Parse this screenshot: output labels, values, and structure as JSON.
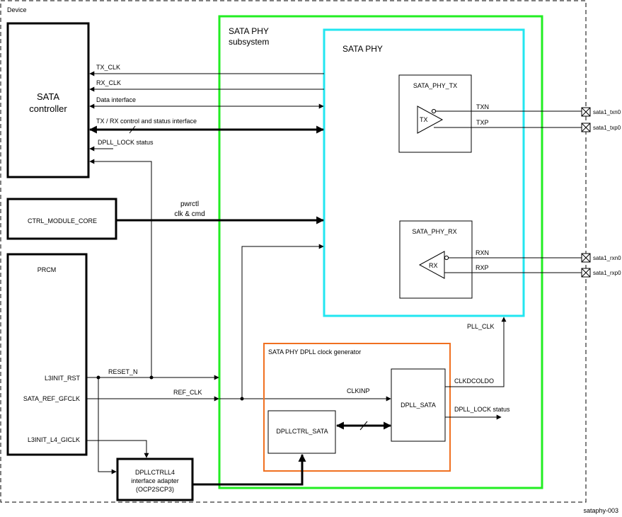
{
  "device": {
    "label": "Device"
  },
  "sata_controller": {
    "line1": "SATA",
    "line2": "controller"
  },
  "ctrl_module": {
    "label": "CTRL_MODULE_CORE"
  },
  "prcm": {
    "label": "PRCM",
    "port_l3init_rst": "L3INIT_RST",
    "port_sata_ref": "SATA_REF_GFCLK",
    "port_l3init_l4": "L3INIT_L4_GICLK"
  },
  "subsystem": {
    "line1": "SATA PHY",
    "line2": "subsystem"
  },
  "phy": {
    "label": "SATA PHY"
  },
  "phy_tx": {
    "label": "SATA_PHY_TX",
    "amp": "TX",
    "txn": "TXN",
    "txp": "TXP"
  },
  "phy_rx": {
    "label": "SATA_PHY_RX",
    "amp": "RX",
    "rxn": "RXN",
    "rxp": "RXP"
  },
  "dpll_gen": {
    "label": "SATA PHY DPLL clock generator"
  },
  "dpll_sata": {
    "label": "DPLL_SATA"
  },
  "dpllctrl": {
    "label": "DPLLCTRL_SATA"
  },
  "adapter": {
    "line1": "DPLLCTRLL4",
    "line2": "interface adapter",
    "line3": "(OCP2SCP3)"
  },
  "signals": {
    "tx_clk": "TX_CLK",
    "rx_clk": "RX_CLK",
    "data_interface": "Data interface",
    "ctrl_status": "TX / RX  control and status interface",
    "dpll_lock": "DPLL_LOCK status",
    "pwrctl": "pwrctl",
    "clk_cmd": "clk & cmd",
    "reset_n": "RESET_N",
    "ref_clk": "REF_CLK",
    "clkinp": "CLKINP",
    "clkdcoldo": "CLKDCOLDO",
    "pll_clk": "PLL_CLK",
    "dpll_lock_out": "DPLL_LOCK status"
  },
  "pins": {
    "txn": "sata1_txn0",
    "txp": "sata1_txp0",
    "rxn": "sata1_rxn0",
    "rxp": "sata1_rxp0"
  },
  "figure_id": "sataphy-003",
  "colors": {
    "subsystem_border": "#22ee22",
    "phy_border": "#22e6f0",
    "dpll_gen_border": "#f07020",
    "line": "#000000"
  }
}
